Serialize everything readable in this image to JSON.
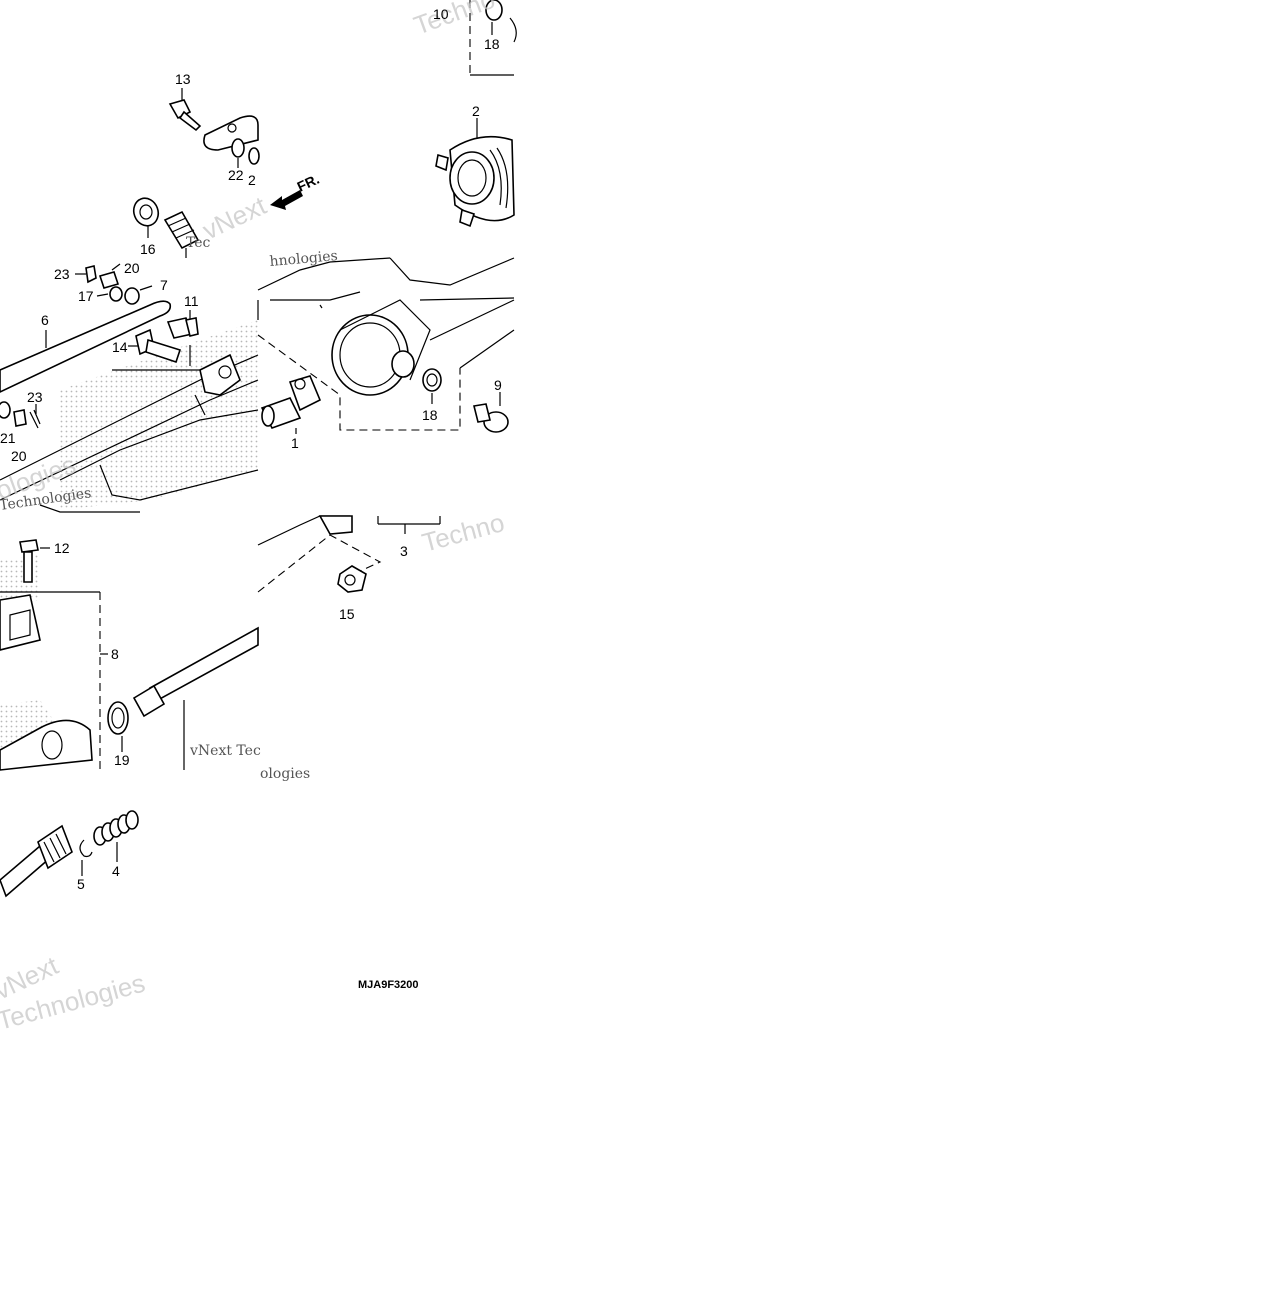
{
  "diagram": {
    "code": "MJA9F3200",
    "arrow_label": "FR.",
    "watermark_lines": [
      "Techno",
      "vNext",
      "Tec",
      "hnologies",
      "ologies",
      "Technologies",
      "Techno",
      "vNext Tec",
      "ologies",
      "vNext",
      "Technologies"
    ],
    "callouts": [
      "10",
      "18",
      "13",
      "2",
      "22",
      "2",
      "16",
      "23",
      "20",
      "17",
      "7",
      "6",
      "11",
      "14",
      "23",
      "21",
      "20",
      "9",
      "1",
      "18",
      "12",
      "3",
      "15",
      "8",
      "19",
      "5",
      "4"
    ]
  }
}
